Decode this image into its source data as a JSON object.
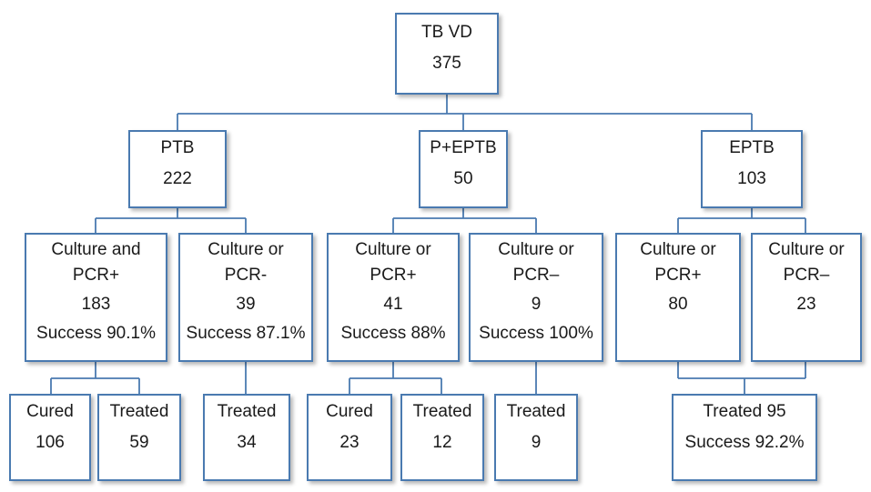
{
  "root": {
    "title": "TB VD",
    "count": "375"
  },
  "ptb": {
    "title": "PTB",
    "count": "222"
  },
  "peptb": {
    "title": "P+EPTB",
    "count": "50"
  },
  "eptb": {
    "title": "EPTB",
    "count": "103"
  },
  "ptb_pos": {
    "line1": "Culture and",
    "line2": "PCR+",
    "count": "183",
    "success": "Success 90.1%"
  },
  "ptb_neg": {
    "line1": "Culture or",
    "line2": "PCR-",
    "count": "39",
    "success": "Success 87.1%"
  },
  "peptb_pos": {
    "line1": "Culture or",
    "line2": "PCR+",
    "count": "41",
    "success": "Success 88%"
  },
  "peptb_neg": {
    "line1": "Culture or",
    "line2": "PCR–",
    "count": "9",
    "success": "Success 100%"
  },
  "eptb_pos": {
    "line1": "Culture or",
    "line2": "PCR+",
    "count": "80"
  },
  "eptb_neg": {
    "line1": "Culture or",
    "line2": "PCR–",
    "count": "23"
  },
  "leaf_ptb_cured": {
    "label": "Cured",
    "count": "106"
  },
  "leaf_ptb_treated": {
    "label": "Treated",
    "count": "59"
  },
  "leaf_ptbneg_treated": {
    "label": "Treated",
    "count": "34"
  },
  "leaf_peptb_cured": {
    "label": "Cured",
    "count": "23"
  },
  "leaf_peptb_treated": {
    "label": "Treated",
    "count": "12"
  },
  "leaf_peptbneg_treated": {
    "label": "Treated",
    "count": "9"
  },
  "leaf_eptb_treated": {
    "label": "Treated 95",
    "success": "Success 92.2%"
  },
  "colors": {
    "border": "#4a7ab0",
    "connector": "#4a7ab0"
  }
}
